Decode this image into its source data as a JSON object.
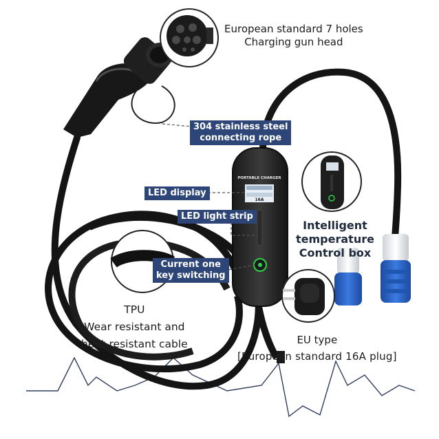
{
  "labels": {
    "gun_head_line1": "European standard 7 holes",
    "gun_head_line2": "Charging gun head",
    "rope_line1": "304 stainless steel",
    "rope_line2": "connecting rope",
    "led_display": "LED display",
    "led_strip": "LED light strip",
    "switch_line1": "Current one",
    "switch_line2": "key switching",
    "control_line1": "Intelligent",
    "control_line2": "temperature",
    "control_line3": "Control box",
    "tpu_line1": "TPU",
    "tpu_line2": "Wear resistant and",
    "tpu_line3": "heat-resistant cable",
    "eu_line1": "EU type",
    "eu_line2": "[European standard 16A plug]"
  },
  "device": {
    "brand_text": "PORTABLE CHARGER",
    "current_text": "16A"
  },
  "colors": {
    "tag_bg": "#2d4677",
    "cable": "#151515",
    "plug_blue": "#2a63c8",
    "led_green": "#2fd04a"
  }
}
